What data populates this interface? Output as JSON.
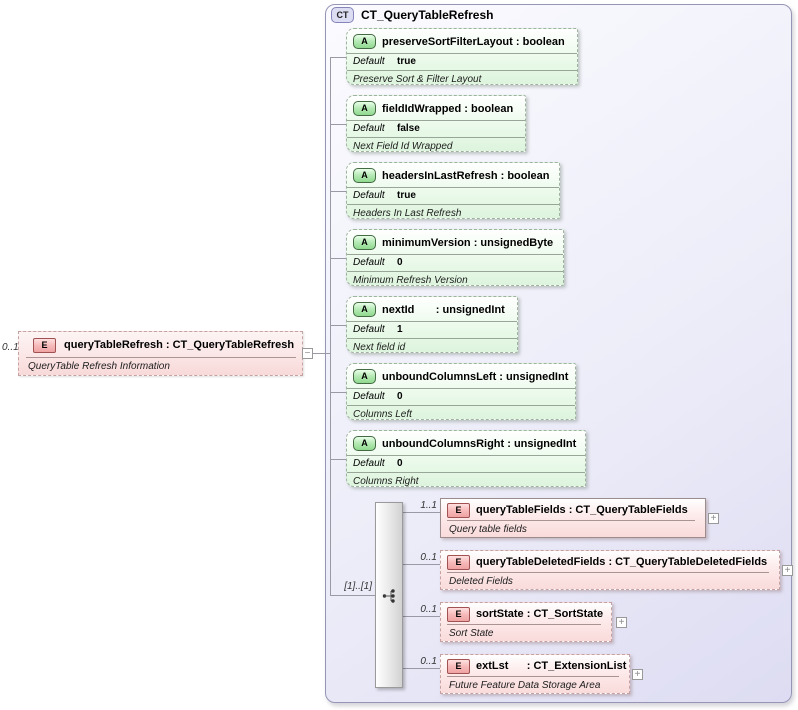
{
  "root_element": {
    "cardinality": "0..1",
    "badge": "E",
    "title": "queryTableRefresh : CT_QueryTableRefresh",
    "description": "QueryTable Refresh Information",
    "collapse_glyph": "−"
  },
  "complex_type": {
    "badge": "CT",
    "title": "CT_QueryTableRefresh",
    "attribute_badge": "A",
    "default_label": "Default",
    "attributes": [
      {
        "title": "preserveSortFilterLayout : boolean",
        "default": "true",
        "description": "Preserve Sort & Filter Layout"
      },
      {
        "title": "fieldIdWrapped : boolean",
        "default": "false",
        "description": "Next Field Id Wrapped"
      },
      {
        "title": "headersInLastRefresh : boolean",
        "default": "true",
        "description": "Headers In Last Refresh"
      },
      {
        "title": "minimumVersion : unsignedByte",
        "default": "0",
        "description": "Minimum Refresh Version"
      },
      {
        "title": "nextId       : unsignedInt",
        "default": "1",
        "description": "Next field id"
      },
      {
        "title": "unboundColumnsLeft : unsignedInt",
        "default": "0",
        "description": "Columns Left"
      },
      {
        "title": "unboundColumnsRight : unsignedInt",
        "default": "0",
        "description": "Columns Right"
      }
    ],
    "sequence": {
      "cardinality_label": "[1]..[1]",
      "element_badge": "E",
      "expand_glyph": "+",
      "elements": [
        {
          "cardinality": "1..1",
          "title": "queryTableFields : CT_QueryTableFields",
          "description": "Query table fields"
        },
        {
          "cardinality": "0..1",
          "title": "queryTableDeletedFields : CT_QueryTableDeletedFields",
          "description": "Deleted Fields"
        },
        {
          "cardinality": "0..1",
          "title": "sortState : CT_SortState",
          "description": "Sort State"
        },
        {
          "cardinality": "0..1",
          "title": "extLst      : CT_ExtensionList",
          "description": "Future Feature Data Storage Area"
        }
      ]
    }
  },
  "colors": {
    "container_border": "#9595b5",
    "attribute_fill": "#ddf4dd",
    "element_fill": "#fadbdb",
    "connector": "#9a9aa6"
  }
}
